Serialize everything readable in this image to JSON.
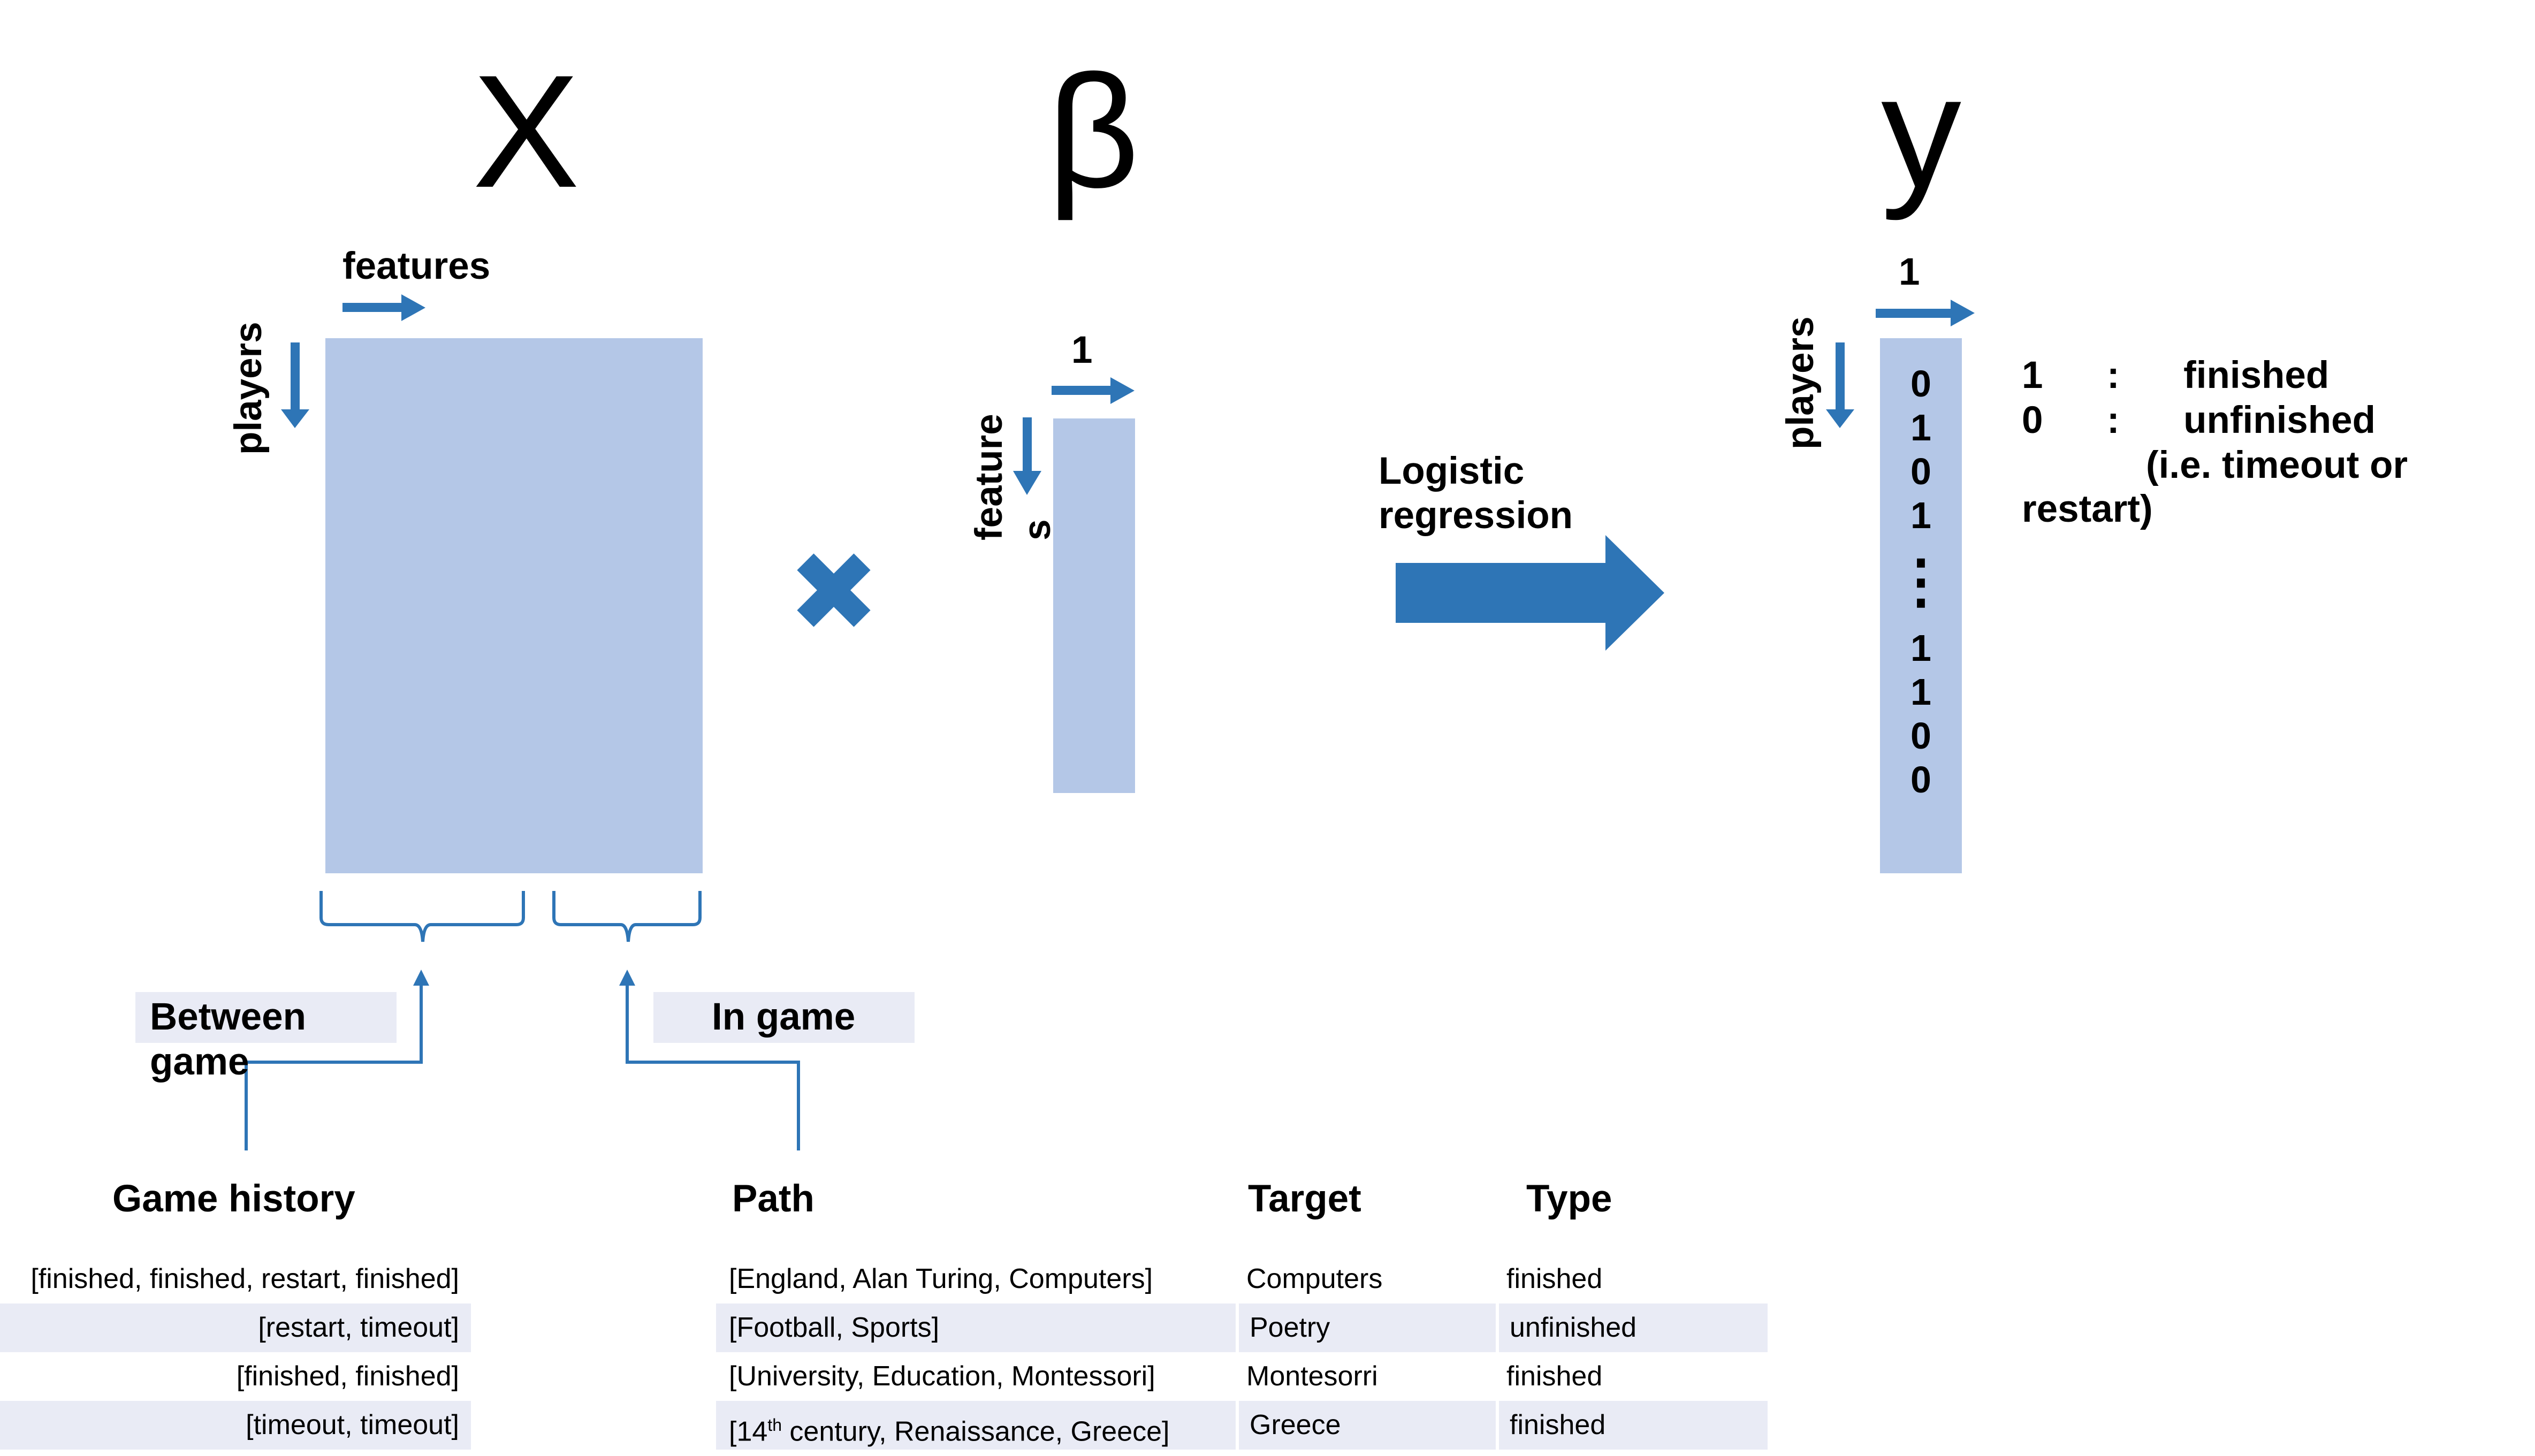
{
  "symbols": {
    "x": "X",
    "beta": "β",
    "y": "y"
  },
  "labels": {
    "features": "features",
    "players_x": "players",
    "one_beta": "1",
    "features_beta_1": "feature",
    "features_beta_2": "s",
    "logistic": "Logistic",
    "regression": "regression",
    "one_y": "1",
    "players_y": "players",
    "between_game_1": "Between",
    "between_game_2": "game",
    "in_game": "In game"
  },
  "y_values": [
    "0",
    "1",
    "0",
    "1",
    "⋮",
    "1",
    "1",
    "0",
    "0"
  ],
  "legend": {
    "row1_value": "1",
    "row1_sep": ":",
    "row1_text": "finished",
    "row2_value": "0",
    "row2_sep": ":",
    "row2_text": "unfinished",
    "row3_text": "(i.e. timeout or",
    "row4_text": "restart)"
  },
  "game_history": {
    "header": "Game history",
    "rows": [
      "[finished, finished, restart, finished]",
      "[restart, timeout]",
      "[finished, finished]",
      "[timeout, timeout]"
    ]
  },
  "path_table": {
    "headers": {
      "path": "Path",
      "target": "Target",
      "type": "Type"
    },
    "rows": [
      {
        "path": "[England, Alan Turing, Computers]",
        "target": "Computers",
        "type": "finished"
      },
      {
        "path": "[Football, Sports]",
        "target": "Poetry",
        "type": "unfinished"
      },
      {
        "path": "[University, Education, Montessori]",
        "target": "Montesorri",
        "type": "finished"
      },
      {
        "path_pre": "[14",
        "path_sup": "th",
        "path_post": " century, Renaissance, Greece]",
        "target": "Greece",
        "type": "finished"
      }
    ]
  },
  "colors": {
    "accent": "#2e75b6",
    "matrix_fill": "#b4c7e7",
    "row_stripe": "#e9ebf5"
  }
}
